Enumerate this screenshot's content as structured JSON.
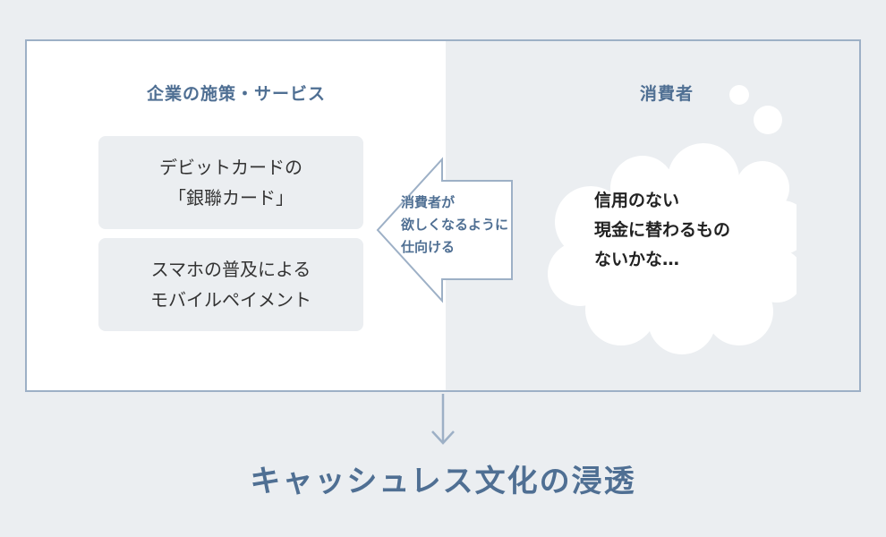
{
  "left_panel": {
    "heading": "企業の施策・サービス",
    "services": [
      {
        "line1": "デビットカードの",
        "line2": "「銀聯カード」"
      },
      {
        "line1": "スマホの普及による",
        "line2": "モバイルペイメント"
      }
    ]
  },
  "arrow": {
    "lines": [
      "消費者が",
      "欲しくなるように",
      "仕向ける"
    ]
  },
  "right_panel": {
    "heading": "消費者",
    "thought_lines": [
      "信用のない",
      "現金に替わるもの",
      "ないかな…"
    ]
  },
  "result": "キャッシュレス文化の浸透",
  "colors": {
    "accent": "#4f6f93",
    "border": "#9db0c6",
    "background": "#ebeef1"
  }
}
